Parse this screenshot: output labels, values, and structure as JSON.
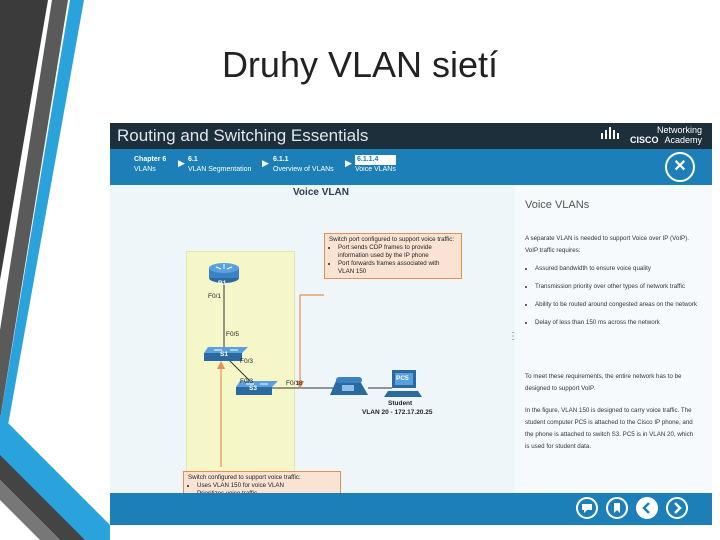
{
  "slide": {
    "title": "Druhy VLAN sietí"
  },
  "app": {
    "title": "Routing and Switching Essentials",
    "brand": {
      "line1": "Networking",
      "line2_bold": "CISCO",
      "line2": "Academy"
    }
  },
  "breadcrumbs": [
    {
      "num": "Chapter 6",
      "label": "VLANs"
    },
    {
      "num": "6.1",
      "label": "VLAN Segmentation"
    },
    {
      "num": "6.1.1",
      "label": "Overview of VLANs"
    },
    {
      "num": "6.1.1.4",
      "label": "Voice VLANs"
    }
  ],
  "figure": {
    "title": "Voice VLAN",
    "callout_top": {
      "heading": "Switch port configured to support voice traffic:",
      "items": [
        "Port sends CDP frames to provide information used by the IP phone",
        "Port forwards frames associated with VLAN 150"
      ]
    },
    "callout_bottom": {
      "heading": "Switch configured to support voice traffic:",
      "items": [
        "Uses VLAN 150 for voice VLAN",
        "Prioritizes voice traffic"
      ]
    },
    "labels": {
      "r1": "R1",
      "r1_port": "F0/1",
      "s1": "S1",
      "s1_port_up": "F0/5",
      "s1_port_down": "F0/3",
      "s3": "S3",
      "s3_port_up": "F0/3",
      "s3_port_right": "F0/18",
      "pc": "PC5",
      "student": "Student",
      "vlan_info": "VLAN 20 - 172.17.20.25"
    }
  },
  "panel": {
    "heading": "Voice VLANs",
    "intro": "A separate VLAN is needed to support Voice over IP (VoIP). VoIP traffic requires:",
    "bullets": [
      "Assured bandwidth to ensure voice quality",
      "Transmission priority over other types of network traffic",
      "Ability to be routed around congested areas on the network",
      "Delay of less than 150 ms across the network"
    ],
    "para2": "To meet these requirements, the entire network has to be designed to support VoIP.",
    "para3": "In the figure, VLAN 150 is designed to carry voice traffic. The student computer PC5 is attached to the Cisco IP phone, and the phone is attached to switch S3. PC5 is in VLAN 20, which is used for student data."
  },
  "icons": [
    "close-icon",
    "chat-icon",
    "bookmark-icon",
    "previous-icon",
    "next-icon",
    "more-icon",
    "router-icon",
    "switch-icon",
    "ip-phone-icon",
    "pc-icon"
  ],
  "colors": {
    "header": "#1e2f3c",
    "nav": "#1c7fb7",
    "callout_fill": "#fbe3d3",
    "callout_border": "#e78f52",
    "vlan_area": "#f6f7c8"
  }
}
